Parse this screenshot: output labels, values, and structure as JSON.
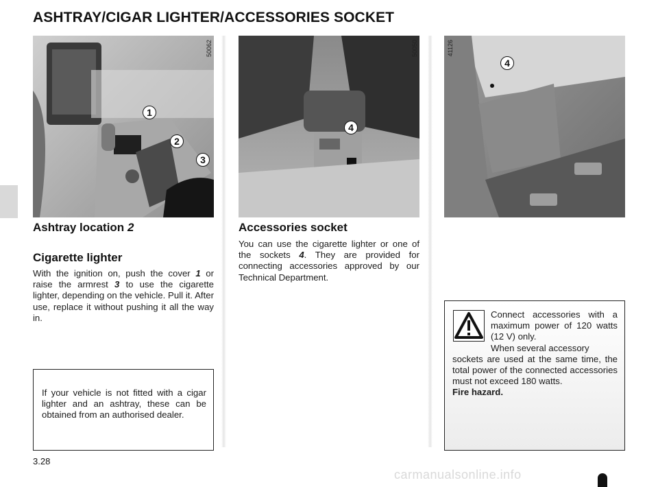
{
  "page": {
    "title": "ASHTRAY/CIGAR LIGHTER/ACCESSORIES SOCKET",
    "page_number": "3.28",
    "watermark": "carmanualsonline.info"
  },
  "photos": [
    {
      "ref_code": "50062",
      "callouts": [
        "1",
        "2",
        "3"
      ]
    },
    {
      "ref_code": "50050",
      "callouts": [
        "4"
      ]
    },
    {
      "ref_code": "41126",
      "callouts": [
        "4"
      ]
    }
  ],
  "left": {
    "heading_ashtray": "Ashtray location",
    "heading_ashtray_ref": "2",
    "heading_lighter": "Cigarette lighter",
    "lighter_text_1": "With the ignition on, push the cover",
    "lighter_ref_1": "1",
    "lighter_text_2": "or raise the armrest",
    "lighter_ref_3": "3",
    "lighter_text_3": "to use the cigarette lighter, depending on the vehicle. Pull it. After use, replace it without pushing it all the way in.",
    "note": "If your vehicle is not fitted with a cigar lighter and an ashtray, these can be obtained from an authorised dealer."
  },
  "middle": {
    "heading": "Accessories socket",
    "text_1": "You can use the cigarette lighter or one of the sockets",
    "text_ref": "4",
    "text_2": ". They are provided for connecting accessories approved by our Technical Department."
  },
  "warning": {
    "icon": "warning-triangle-icon",
    "line_1": "Connect accessories with a maximum power of 120 watts (12 V) only.",
    "line_2": "When several accessory",
    "line_3": "sockets are used at the same time, the total power of the connected accessories must not exceed 180 watts.",
    "emphasis": "Fire hazard."
  }
}
